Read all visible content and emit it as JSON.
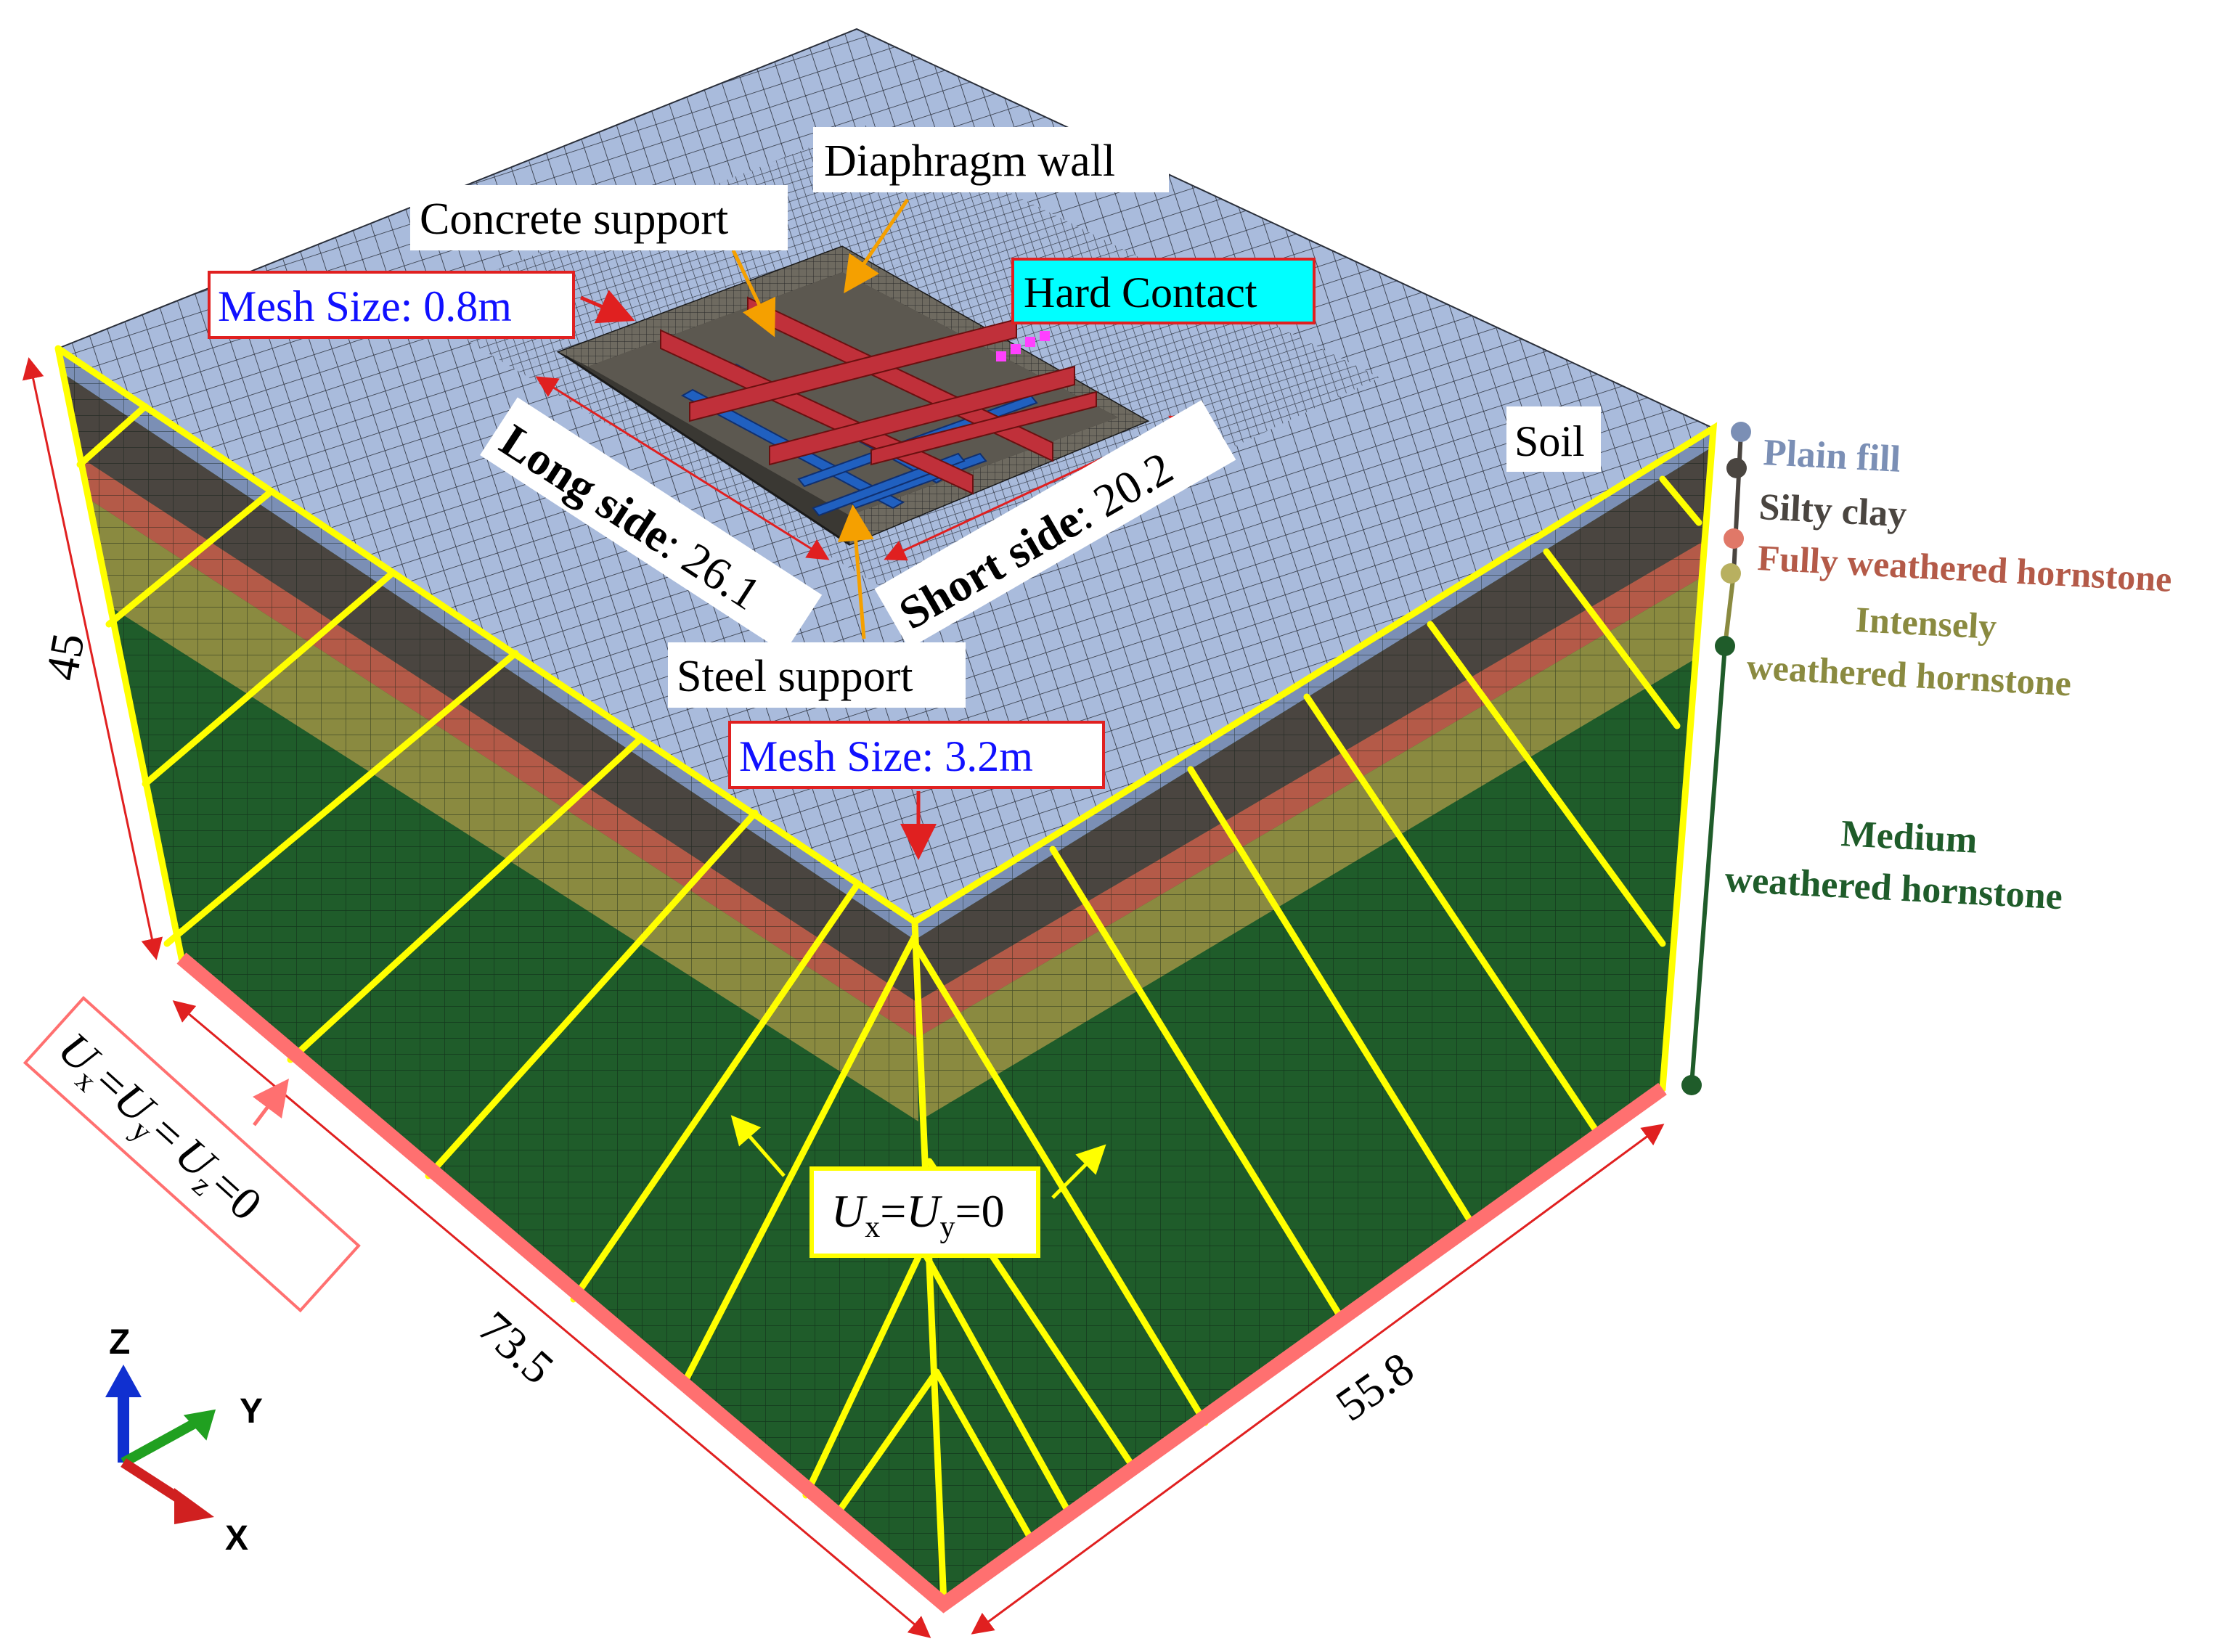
{
  "labels": {
    "diaphragm_wall": "Diaphragm wall",
    "concrete_support": "Concrete support",
    "mesh_fine": "Mesh Size: 0.8m",
    "hard_contact": "Hard Contact",
    "long_side_bold": "Long side",
    "long_side_value": ": 26.1",
    "short_side_bold": "Short side",
    "short_side_value": ": 20.2",
    "steel_support": "Steel support",
    "mesh_coarse": "Mesh Size: 3.2m",
    "soil": "Soil",
    "dim_height": "45",
    "dim_x": "73.5",
    "dim_y": "55.8"
  },
  "boundary_conditions": {
    "bottom": {
      "u": "U",
      "sub_x": "x",
      "sub_y": "y",
      "sub_z": "z",
      "eq": "=",
      "zero": "=0"
    },
    "sides": {
      "u": "U",
      "sub_x": "x",
      "sub_y": "y",
      "eq": "=",
      "zero": "=0"
    }
  },
  "strata": [
    {
      "name_lines": [
        "Plain fill"
      ],
      "color": "#7b8fb5"
    },
    {
      "name_lines": [
        "Silty clay"
      ],
      "color": "#4a4540"
    },
    {
      "name_lines": [
        "Fully weathered hornstone"
      ],
      "color": "#b45a48"
    },
    {
      "name_lines": [
        "Intensely",
        "weathered hornstone"
      ],
      "color": "#8a8a40"
    },
    {
      "name_lines": [
        "Medium",
        "weathered hornstone"
      ],
      "color": "#1f5c2a"
    }
  ],
  "axes": {
    "z": {
      "label": "Z",
      "color": "#1030d0"
    },
    "y": {
      "label": "Y",
      "color": "#20a020"
    },
    "x": {
      "label": "X",
      "color": "#d02020"
    }
  },
  "colors": {
    "top_surface": "#a9bbdc",
    "mesh_line": "#2a2f3a",
    "boundary_yellow": "#ffff00",
    "fixed_base": "#ff7070",
    "dimension_red": "#e02020",
    "annotation_orange": "#f5a000",
    "concrete_support": "#c0303a",
    "steel_support": "#2060c0",
    "hard_contact_bg": "#00ffff",
    "hard_contact_marker": "#ff40ff",
    "mesh_label_text": "#1010ff"
  }
}
